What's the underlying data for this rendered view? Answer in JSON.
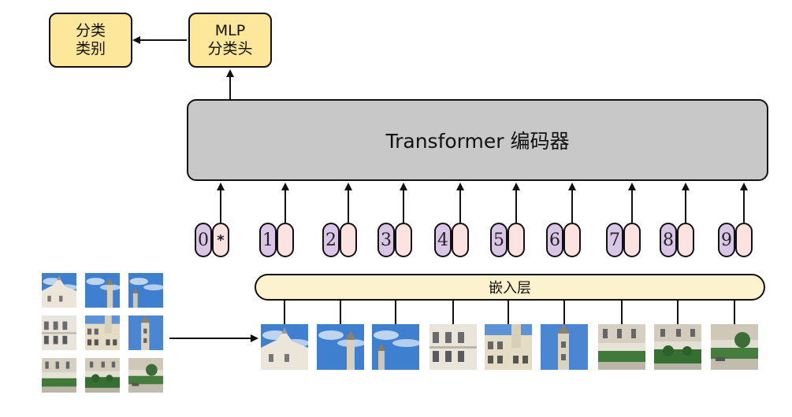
{
  "output_box": {
    "line1": "分类",
    "line2": "类别"
  },
  "mlp_box": {
    "line1": "MLP",
    "line2": "分类头"
  },
  "encoder": {
    "label": "Transformer 编码器"
  },
  "embedding": {
    "label": "嵌入层"
  },
  "tokens": [
    {
      "pos": "0",
      "emb": "*"
    },
    {
      "pos": "1",
      "emb": ""
    },
    {
      "pos": "2",
      "emb": ""
    },
    {
      "pos": "3",
      "emb": ""
    },
    {
      "pos": "4",
      "emb": ""
    },
    {
      "pos": "5",
      "emb": ""
    },
    {
      "pos": "6",
      "emb": ""
    },
    {
      "pos": "7",
      "emb": ""
    },
    {
      "pos": "8",
      "emb": ""
    },
    {
      "pos": "9",
      "emb": ""
    }
  ],
  "patches": [
    {
      "kind": "building-sky"
    },
    {
      "kind": "sky-tower"
    },
    {
      "kind": "sky-tower-small"
    },
    {
      "kind": "facade"
    },
    {
      "kind": "facade-tower"
    },
    {
      "kind": "tower-blue"
    },
    {
      "kind": "street"
    },
    {
      "kind": "garden"
    },
    {
      "kind": "street-car"
    }
  ],
  "colors": {
    "yellow_box": "#fde79a",
    "encoder": "#c8c8c8",
    "embed_layer": "#fdf2ce",
    "position_pill": "#d9c6e6",
    "embedding_pill": "#fde2e2"
  }
}
